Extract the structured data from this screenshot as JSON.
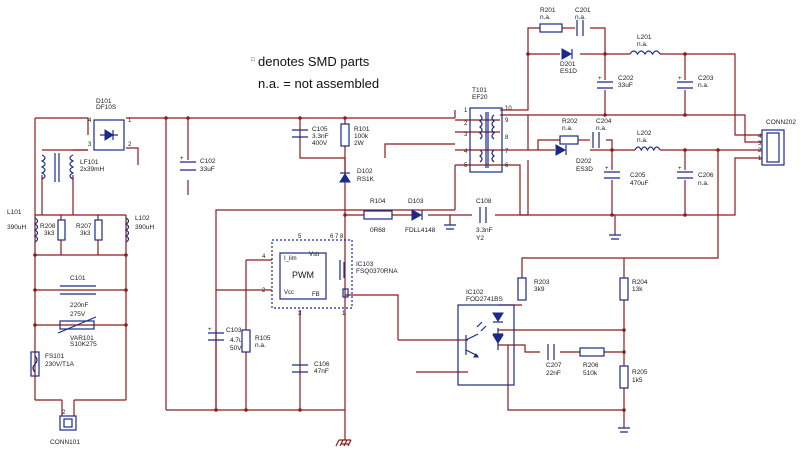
{
  "notes": {
    "smd_marker": "□",
    "smd_text": "denotes SMD parts",
    "na_text": "n.a. = not assembled"
  },
  "components": {
    "D101": {
      "ref": "D101",
      "value": "DF10S"
    },
    "LF101": {
      "ref": "LF101",
      "value": "2x39mH"
    },
    "L101": {
      "ref": "L101",
      "value": "390uH"
    },
    "L102": {
      "ref": "L102",
      "value": "390uH"
    },
    "R208": {
      "ref": "R208",
      "value": "3k3"
    },
    "R207": {
      "ref": "R207",
      "value": "3k3"
    },
    "C101": {
      "ref": "C101",
      "value": "220nF",
      "rating": "275V"
    },
    "VAR101": {
      "ref": "VAR101",
      "value": "S10K275"
    },
    "FS101": {
      "ref": "FS101",
      "value": "230V/T1A"
    },
    "CONN101": {
      "ref": "CONN101"
    },
    "C102": {
      "ref": "C102",
      "value": "33uF"
    },
    "C105": {
      "ref": "C105",
      "value": "3.3nF",
      "rating": "400V"
    },
    "R101": {
      "ref": "R101",
      "value": "100k",
      "rating": "2W"
    },
    "D102": {
      "ref": "D102",
      "value": "RS1K"
    },
    "R104": {
      "ref": "R104",
      "value": "0R68"
    },
    "D103": {
      "ref": "D103",
      "value": "FDLL4148"
    },
    "C108": {
      "ref": "C108",
      "value": "3.3nF",
      "rating": "Y2"
    },
    "IC103": {
      "ref": "IC103",
      "value": "FSQ0370RNA",
      "block": "PWM"
    },
    "C103": {
      "ref": "C103",
      "value": "4.7uF",
      "rating": "50V"
    },
    "R105": {
      "ref": "R105",
      "value": "n.a."
    },
    "C106": {
      "ref": "C106",
      "value": "47nF"
    },
    "T101": {
      "ref": "T101",
      "value": "EF20"
    },
    "R201": {
      "ref": "R201",
      "value": "n.a."
    },
    "C201": {
      "ref": "C201",
      "value": "n.a."
    },
    "D201": {
      "ref": "D201",
      "value": "ES1D"
    },
    "L201": {
      "ref": "L201",
      "value": "n.a."
    },
    "C202": {
      "ref": "C202",
      "value": "33uF"
    },
    "C203": {
      "ref": "C203",
      "value": "n.a."
    },
    "R202": {
      "ref": "R202",
      "value": "n.a."
    },
    "C204": {
      "ref": "C204",
      "value": "n.a."
    },
    "D202": {
      "ref": "D202",
      "value": "ES3D"
    },
    "L202": {
      "ref": "L202",
      "value": "n.a."
    },
    "C205": {
      "ref": "C205",
      "value": "470uF"
    },
    "C206": {
      "ref": "C206",
      "value": "n.a."
    },
    "CONN202": {
      "ref": "CONN202"
    },
    "IC102": {
      "ref": "IC102",
      "value": "FOD2741BS"
    },
    "R203": {
      "ref": "R203",
      "value": "3k9"
    },
    "R204": {
      "ref": "R204",
      "value": "13k"
    },
    "R205": {
      "ref": "R205",
      "value": "1k5"
    },
    "C207": {
      "ref": "C207",
      "value": "22nF"
    },
    "R206": {
      "ref": "R206",
      "value": "510k"
    }
  },
  "pins": {
    "ic103_ilim": "I_lim",
    "ic103_vstr": "Vstr",
    "ic103_vcc": "Vcc",
    "ic103_fb": "FB",
    "ic103_p4": "4",
    "ic103_p5": "5",
    "ic103_p2": "2",
    "ic103_p3": "3",
    "ic103_p1": "1",
    "ic103_p678": "6 7 8",
    "t_p1": "1",
    "t_p2": "2",
    "t_p3": "3",
    "t_p4": "4",
    "t_p5": "5",
    "t_p6": "6",
    "t_p7": "7",
    "t_p8": "8",
    "t_p9": "9",
    "t_p10": "10",
    "d101_p4": "4",
    "d101_p1": "1",
    "d101_p3": "3",
    "d101_p2": "2",
    "conn202_p1": "1",
    "conn202_p2": "2",
    "conn202_p3": "3",
    "conn202_p4": "4",
    "conn101_p1": "1",
    "conn101_p2": "2"
  }
}
